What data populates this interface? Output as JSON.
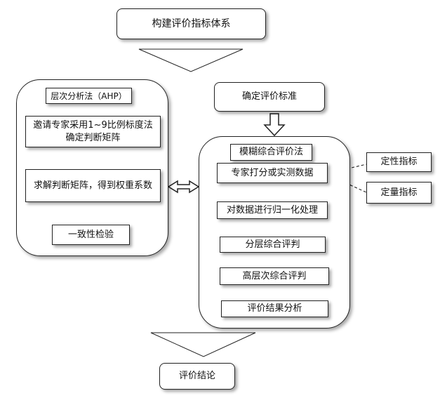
{
  "title": "构建评价指标体系",
  "ahp": {
    "label": "层次分析法（AHP）",
    "step1": "邀请专家采用1~9比例标度法确定判断矩阵",
    "step2": "求解判断矩阵，得到权重系数",
    "step3": "一致性检验"
  },
  "criteria": "确定评价标准",
  "fuzzy": {
    "label": "模糊综合评价法",
    "step1": "专家打分或实测数据",
    "step2": "对数据进行归一化处理",
    "step3": "分层综合评判",
    "step4": "高层次综合评判",
    "step5": "评价结果分析"
  },
  "qualitative": "定性指标",
  "quantitative": "定量指标",
  "conclusion": "评价结论"
}
